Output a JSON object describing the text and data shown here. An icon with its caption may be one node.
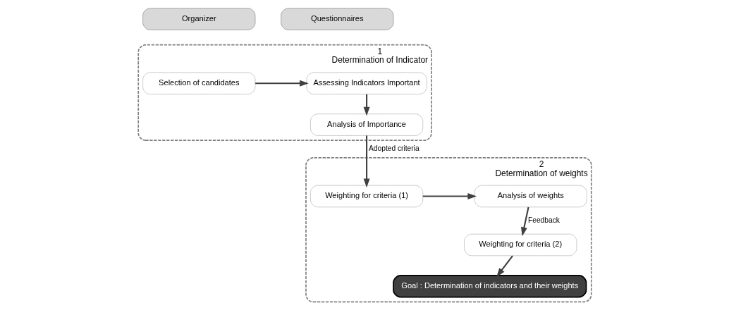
{
  "diagram": {
    "nodes": [
      {
        "text": [
          "Organizer"
        ]
      },
      {
        "text": [
          "Questionnaires"
        ]
      },
      {
        "text": [
          "1",
          "Determination of Indicator"
        ]
      },
      {
        "text": [
          "Selection of candidates"
        ],
        "in": 2
      },
      {
        "text": [
          "Assessing Indicators Important"
        ],
        "in": 2
      },
      {
        "text": [
          "Analysis of Importance"
        ],
        "in": 2
      },
      {
        "text": [
          "2",
          "Determination of weights"
        ]
      },
      {
        "text": [
          "Weighting for criteria (1)"
        ],
        "in": 6
      },
      {
        "text": [
          "Analysis of weights"
        ],
        "in": 6
      },
      {
        "text": [
          "Weighting for criteria (2)"
        ],
        "in": 6
      },
      {
        "text": [
          "Goal : Determination of indicators and their weights"
        ],
        "in": 6
      }
    ],
    "edges": [
      {
        "from": 3,
        "to": 4,
        "arrow": "to"
      },
      {
        "from": 4,
        "to": 5,
        "arrow": "to"
      },
      {
        "from": 5,
        "to": 7,
        "arrow": "to",
        "label": "Adopted criteria"
      },
      {
        "from": 7,
        "to": 8,
        "arrow": "to"
      },
      {
        "from": 8,
        "to": 9,
        "arrow": "to",
        "label": "Feedback"
      },
      {
        "from": 9,
        "to": 10,
        "arrow": "to"
      }
    ]
  }
}
